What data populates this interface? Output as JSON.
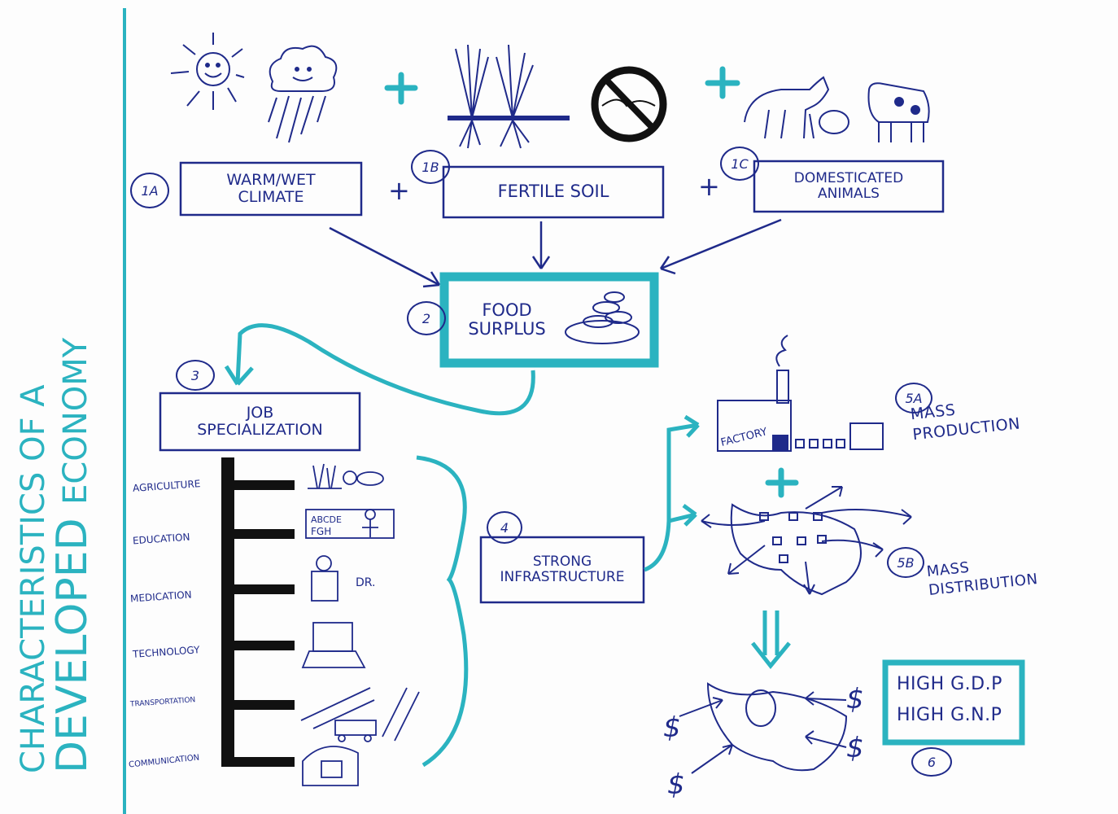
{
  "title": {
    "line1": "CHARACTERISTICS OF A",
    "line2": "DEVELOPED",
    "line3": "ECONOMY"
  },
  "steps": {
    "s1a": {
      "num": "1A",
      "label": "WARM/WET CLIMATE"
    },
    "s1b": {
      "num": "1B",
      "label": "FERTILE SOIL"
    },
    "s1c": {
      "num": "1C",
      "label": "DOMESTICATED ANIMALS"
    },
    "s2": {
      "num": "2",
      "label": "FOOD SURPLUS"
    },
    "s3": {
      "num": "3",
      "label": "JOB SPECIALIZATION"
    },
    "s4": {
      "num": "4",
      "label": "STRONG INFRASTRUCTURE"
    },
    "s5a": {
      "num": "5A",
      "label": "MASS PRODUCTION"
    },
    "s5b": {
      "num": "5B",
      "label": "MASS DISTRIBUTION"
    },
    "s6": {
      "num": "6",
      "label1": "HIGH G.D.P",
      "label2": "HIGH G.N.P"
    }
  },
  "jobs": [
    "AGRICULTURE",
    "EDUCATION",
    "MEDICATION",
    "TECHNOLOGY",
    "TRANSPORTATION",
    "COMMUNICATION"
  ],
  "icon_text": {
    "abc": "ABCDE",
    "fgh": "FGH",
    "dr": "DR.",
    "factory": "FACTORY",
    "dollar": "$"
  },
  "operators": {
    "plus": "+"
  },
  "colors": {
    "ink": "#1f2a8a",
    "teal": "#2bb3c0"
  }
}
